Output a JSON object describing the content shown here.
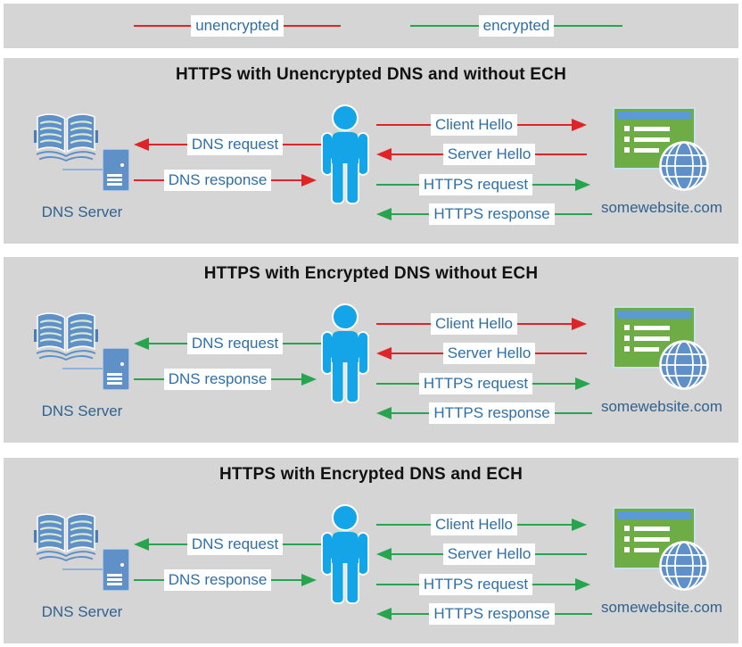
{
  "colors": {
    "unencrypted": "#e02326",
    "encrypted": "#27a44e",
    "panel_bg": "#d5d5d5",
    "label_text": "#2e6fa8",
    "caption_text": "#31618e",
    "title_text": "#111111",
    "person_blue": "#13a5e8",
    "icon_blue": "#6090c8",
    "icon_blue_dark": "#4c7cb5",
    "window_green": "#6ead45",
    "titlebar_blue": "#5b9bd5"
  },
  "legend": {
    "items": [
      {
        "label": "unencrypted",
        "color": "#e02326"
      },
      {
        "label": "encrypted",
        "color": "#27a44e"
      }
    ]
  },
  "panels": [
    {
      "title": "HTTPS with Unencrypted DNS and without ECH",
      "dns_server_label": "DNS Server",
      "website_label": "somewebsite.com",
      "dns_arrows": [
        {
          "label": "DNS request",
          "direction": "left",
          "color": "#e02326"
        },
        {
          "label": "DNS response",
          "direction": "right",
          "color": "#e02326"
        }
      ],
      "https_arrows": [
        {
          "label": "Client Hello",
          "direction": "right",
          "color": "#e02326"
        },
        {
          "label": "Server Hello",
          "direction": "left",
          "color": "#e02326"
        },
        {
          "label": "HTTPS request",
          "direction": "right",
          "color": "#27a44e"
        },
        {
          "label": "HTTPS response",
          "direction": "left",
          "color": "#27a44e"
        }
      ]
    },
    {
      "title": "HTTPS with Encrypted DNS without ECH",
      "dns_server_label": "DNS Server",
      "website_label": "somewebsite.com",
      "dns_arrows": [
        {
          "label": "DNS request",
          "direction": "left",
          "color": "#27a44e"
        },
        {
          "label": "DNS response",
          "direction": "right",
          "color": "#27a44e"
        }
      ],
      "https_arrows": [
        {
          "label": "Client Hello",
          "direction": "right",
          "color": "#e02326"
        },
        {
          "label": "Server Hello",
          "direction": "left",
          "color": "#e02326"
        },
        {
          "label": "HTTPS request",
          "direction": "right",
          "color": "#27a44e"
        },
        {
          "label": "HTTPS response",
          "direction": "left",
          "color": "#27a44e"
        }
      ]
    },
    {
      "title": "HTTPS with Encrypted DNS and ECH",
      "dns_server_label": "DNS Server",
      "website_label": "somewebsite.com",
      "dns_arrows": [
        {
          "label": "DNS request",
          "direction": "left",
          "color": "#27a44e"
        },
        {
          "label": "DNS response",
          "direction": "right",
          "color": "#27a44e"
        }
      ],
      "https_arrows": [
        {
          "label": "Client Hello",
          "direction": "right",
          "color": "#27a44e"
        },
        {
          "label": "Server Hello",
          "direction": "left",
          "color": "#27a44e"
        },
        {
          "label": "HTTPS request",
          "direction": "right",
          "color": "#27a44e"
        },
        {
          "label": "HTTPS response",
          "direction": "left",
          "color": "#27a44e"
        }
      ]
    }
  ]
}
